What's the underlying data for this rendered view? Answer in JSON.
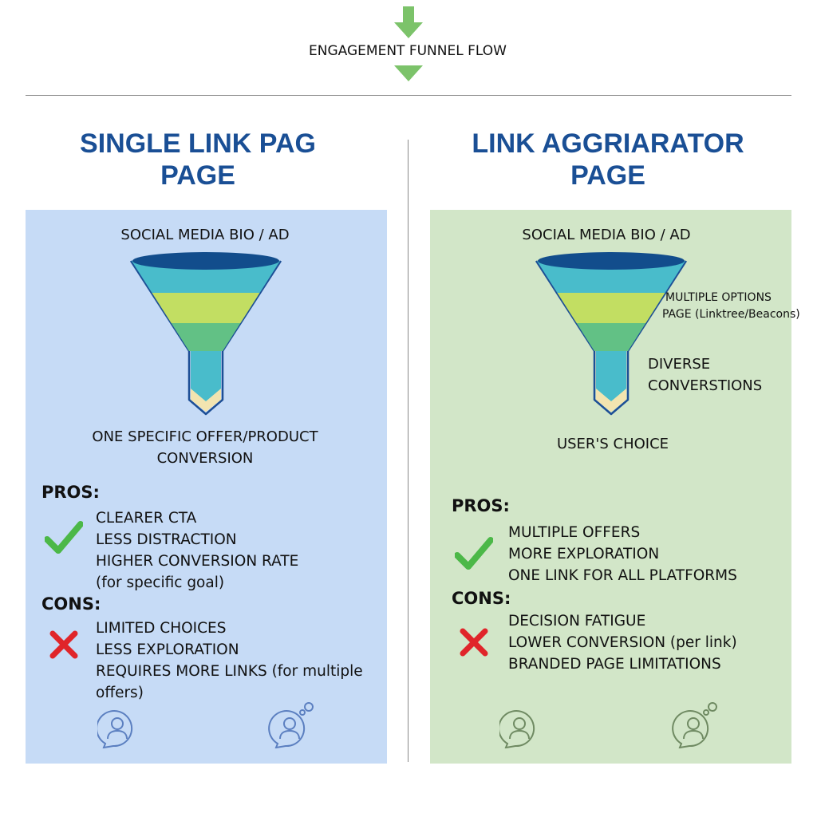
{
  "header": {
    "title": "ENGAGEMENT FUNNEL FLOW",
    "arrow_color": "#7cc36a"
  },
  "left": {
    "title_line1": "SINGLE LINK PAG",
    "title_line2": "PAGE",
    "bg": "#c6dbf6",
    "funnel_top": "SOCIAL MEDIA BIO / AD",
    "funnel_bottom_line1": "ONE SPECIFIC OFFER/PRODUCT",
    "funnel_bottom_line2": "CONVERSION",
    "pros_label": "PROS:",
    "pros": [
      "CLEARER CTA",
      "LESS DISTRACTION",
      "HIGHER CONVERSION RATE",
      "(for specific goal)"
    ],
    "cons_label": "CONS:",
    "cons": [
      "LIMITED CHOICES",
      "LESS EXPLORATION",
      "REQUIRES MORE LINKS (for multiple",
      "offers)"
    ],
    "icon_color": "#5b7fc0"
  },
  "right": {
    "title_line1": "LINK AGGRIARATOR",
    "title_line2": "PAGE",
    "bg": "#d2e6c8",
    "funnel_top": "SOCIAL MEDIA BIO / AD",
    "side_label_1_line1": "MULTIPLE OPTIONS",
    "side_label_1_line2": "PAGE (Linktree/Beacons)",
    "side_label_2_line1": "DIVERSE",
    "side_label_2_line2": "CONVERSTIONS",
    "funnel_bottom": "USER'S CHOICE",
    "pros_label": "PROS:",
    "pros": [
      "MULTIPLE OFFERS",
      "MORE EXPLORATION",
      "ONE LINK FOR ALL PLATFORMS"
    ],
    "cons_label": "CONS:",
    "cons": [
      "DECISION FATIGUE",
      "LOWER CONVERSION (per link)",
      "BRANDED PAGE LIMITATIONS"
    ],
    "icon_color": "#6f8a62"
  },
  "colors": {
    "check": "#4cb848",
    "cross": "#e0252a",
    "title": "#1a4f95"
  }
}
